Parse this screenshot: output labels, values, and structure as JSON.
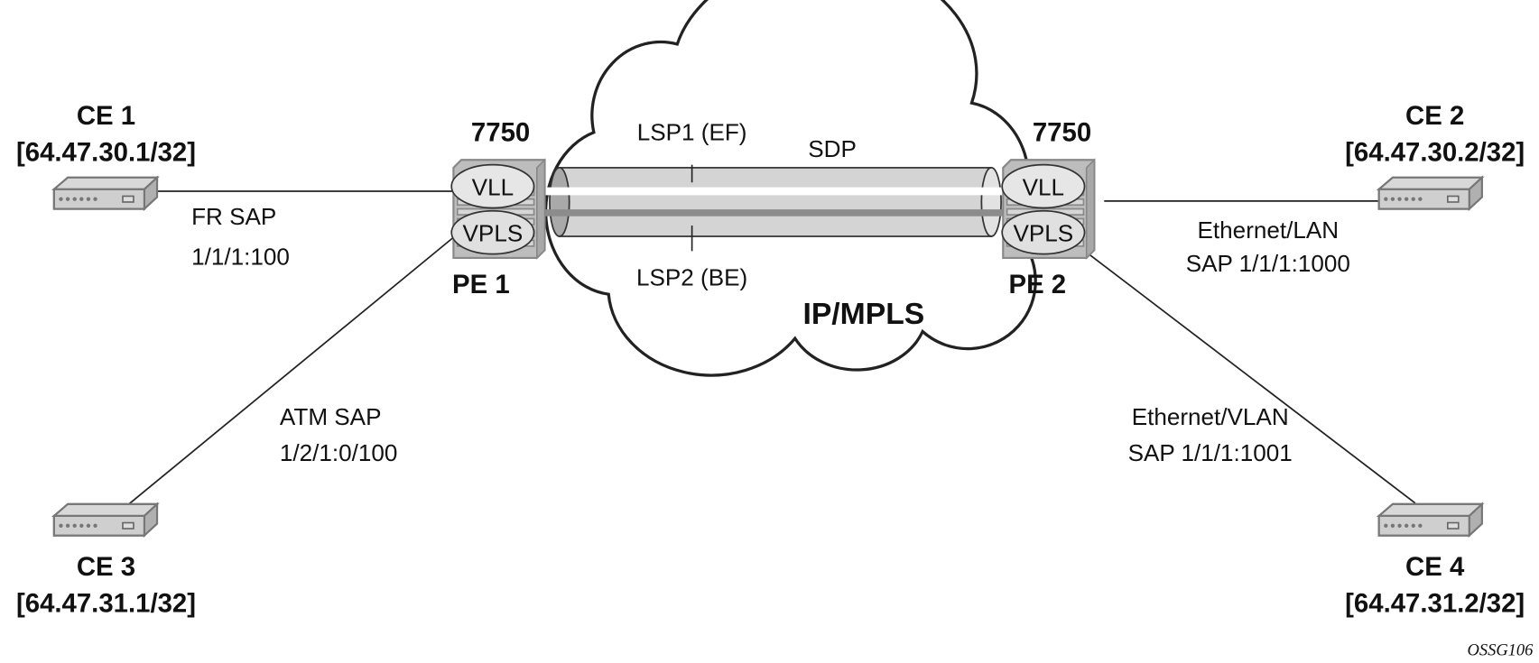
{
  "nodes": {
    "ce1": {
      "name": "CE 1",
      "ip": "[64.47.30.1/32]"
    },
    "ce2": {
      "name": "CE 2",
      "ip": "[64.47.30.2/32]"
    },
    "ce3": {
      "name": "CE 3",
      "ip": "[64.47.31.1/32]"
    },
    "ce4": {
      "name": "CE 4",
      "ip": "[64.47.31.2/32]"
    },
    "pe1": {
      "name": "PE 1",
      "model": "7750",
      "services": [
        "VLL",
        "VPLS"
      ]
    },
    "pe2": {
      "name": "PE 2",
      "model": "7750",
      "services": [
        "VLL",
        "VPLS"
      ]
    }
  },
  "links": {
    "ce1_pe1": {
      "line1": "FR SAP",
      "line2": "1/1/1:100"
    },
    "ce3_pe1": {
      "line1": "ATM SAP",
      "line2": "1/2/1:0/100"
    },
    "pe2_ce2": {
      "line1": "Ethernet/LAN",
      "line2": "SAP 1/1/1:1000"
    },
    "pe2_ce4": {
      "line1": "Ethernet/VLAN",
      "line2": "SAP 1/1/1:1001"
    }
  },
  "core": {
    "cloud_label": "IP/MPLS",
    "sdp_label": "SDP",
    "lsp1": "LSP1 (EF)",
    "lsp2": "LSP2 (BE)"
  },
  "figure_id": "OSSG106",
  "colors": {
    "device_fill": "#c8c8c8",
    "tube_fill": "#d4d4d4",
    "lsp1": "#ffffff",
    "lsp2": "#8c8c8c"
  }
}
